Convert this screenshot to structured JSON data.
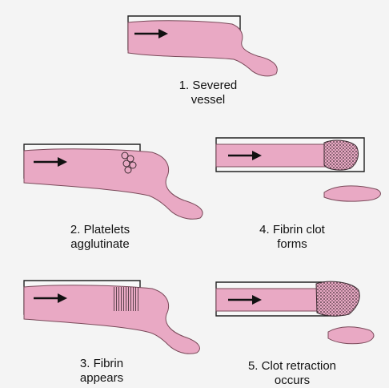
{
  "diagram": {
    "colors": {
      "tissue": "#e9a9c4",
      "tissue_edge": "#7a4a5a",
      "wall": "#f7f7f7",
      "wall_edge": "#222222",
      "clot": "#3a2a30",
      "arrow": "#111111",
      "background": "#f4f4f4"
    },
    "steps": [
      {
        "id": "step-1",
        "line1": "1. Severed",
        "line2": "vessel"
      },
      {
        "id": "step-2",
        "line1": "2. Platelets",
        "line2": "agglutinate"
      },
      {
        "id": "step-3",
        "line1": "4. Fibrin clot",
        "line2": "forms"
      },
      {
        "id": "step-4",
        "line1": "3. Fibrin",
        "line2": "appears"
      },
      {
        "id": "step-5",
        "line1": "5. Clot retraction",
        "line2": "occurs"
      }
    ]
  }
}
